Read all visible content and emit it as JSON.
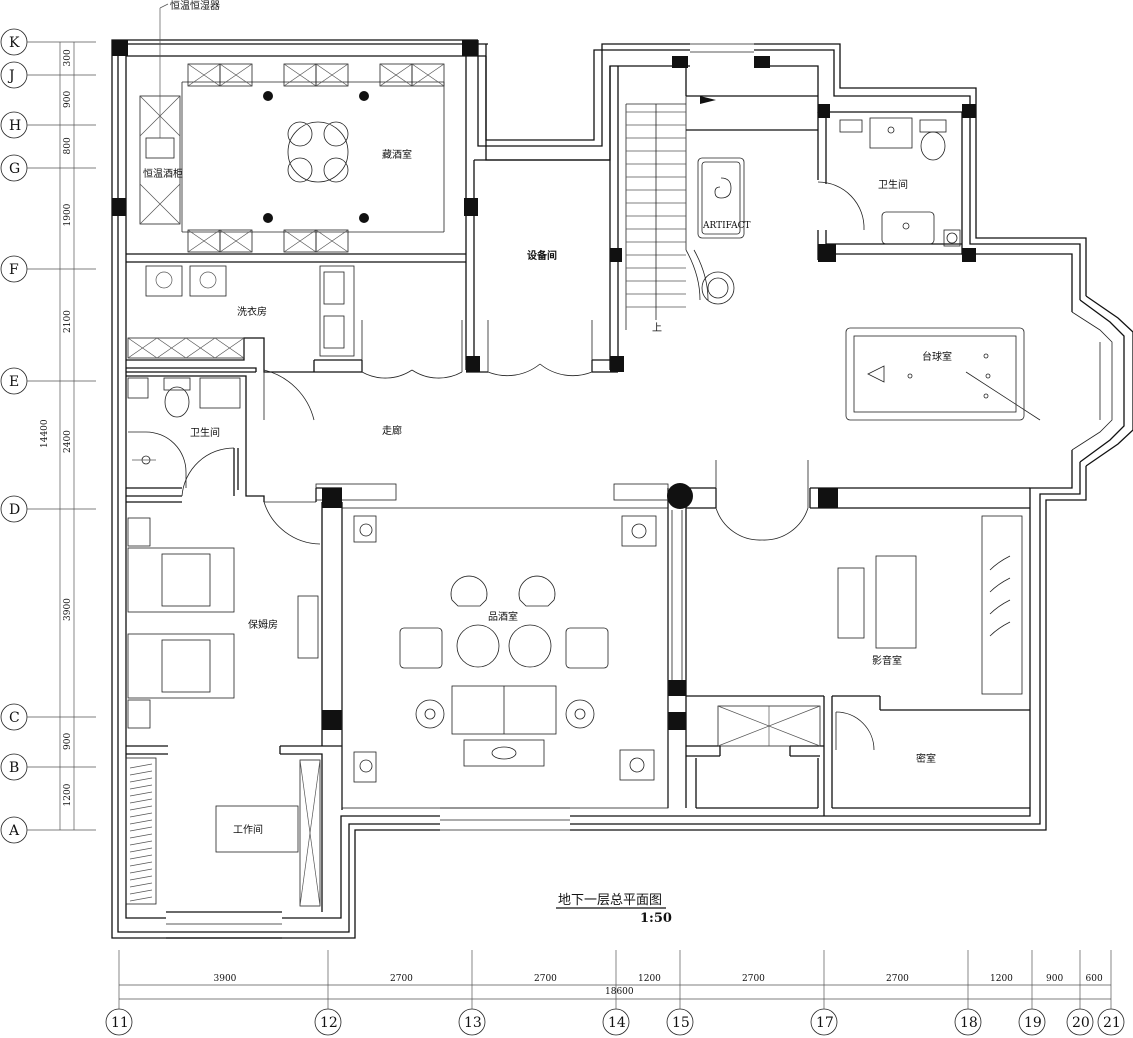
{
  "rooms": {
    "wine_cellar": "藏酒室",
    "equipment": "设备间",
    "bath_top": "卫生间",
    "laundry": "洗衣房",
    "billiard": "台球室",
    "bath_left": "卫生间",
    "corridor": "走廊",
    "tasting": "品酒室",
    "nanny": "保姆房",
    "cinema": "影音室",
    "secret": "密室",
    "workroom": "工作间"
  },
  "annotations": {
    "thermo_humidifier": "恒温恒湿器",
    "wine_cabinet": "恒温酒柜",
    "artifact": "ARTIFACT",
    "stair_up": "上"
  },
  "title": {
    "main": "地下一层总平面图",
    "scale": "1:50"
  },
  "axes": {
    "rows": [
      "K",
      "J",
      "H",
      "G",
      "F",
      "E",
      "D",
      "C",
      "B",
      "A"
    ],
    "cols": [
      "11",
      "12",
      "13",
      "14",
      "15",
      "17",
      "18",
      "19",
      "20",
      "21"
    ]
  },
  "dims": {
    "left": [
      "300",
      "900",
      "800",
      "1900",
      "2100",
      "2400",
      "3900",
      "900",
      "1200"
    ],
    "left_total": "14400",
    "bottom": [
      "3900",
      "2700",
      "2700",
      "1200",
      "2700",
      "2700",
      "1200",
      "900",
      "600"
    ],
    "bottom_total": "18600"
  }
}
